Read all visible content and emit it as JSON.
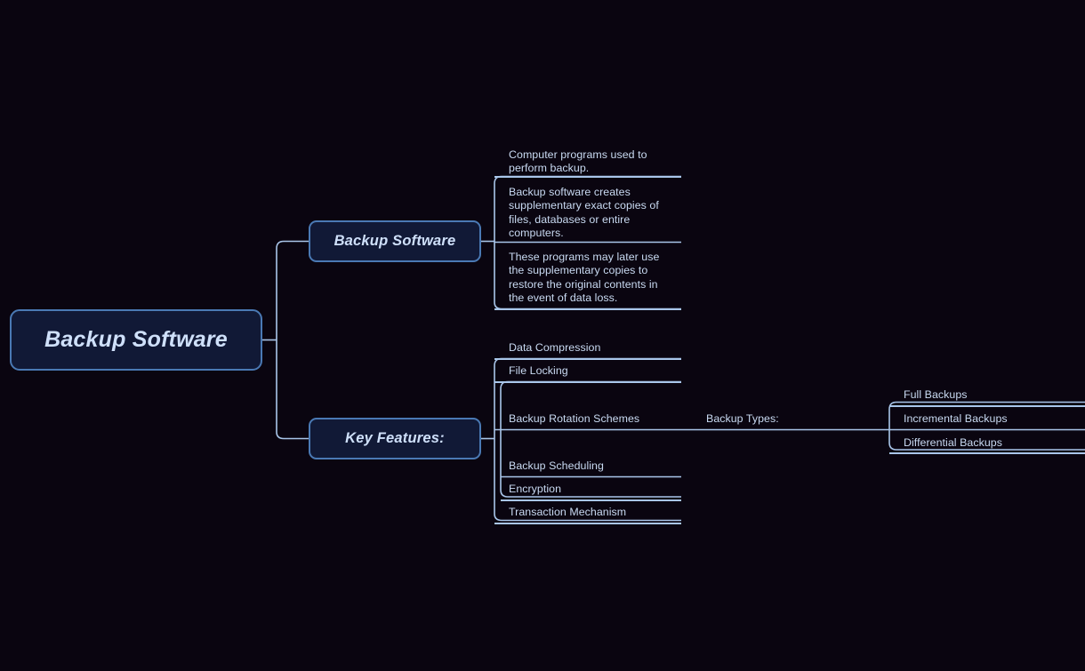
{
  "meta": {
    "background_color": "#0a0510",
    "line_color": "#a9c6ea",
    "text_color": "#c9daf2",
    "node_fill": "#111936",
    "node_border": "#4a79b4",
    "node_text_color": "#cfe0fa"
  },
  "root": {
    "label": "Backup Software"
  },
  "branches": [
    {
      "id": "backup-software",
      "label": "Backup Software",
      "children": [
        {
          "id": "definition",
          "label": "Computer programs used to perform backup."
        },
        {
          "id": "creates-copies",
          "label": "Backup software creates supplementary exact copies of files, databases or entire computers."
        },
        {
          "id": "restore",
          "label": "These programs may later use the supplementary copies to restore the original contents in the event of data loss."
        }
      ]
    },
    {
      "id": "key-features",
      "label": "Key Features:",
      "children": [
        {
          "id": "data-compression",
          "label": "Data Compression"
        },
        {
          "id": "file-locking",
          "label": "File Locking"
        },
        {
          "id": "backup-rotation-schemes",
          "label": "Backup Rotation Schemes"
        },
        {
          "id": "backup-scheduling",
          "label": "Backup Scheduling"
        },
        {
          "id": "encryption",
          "label": "Encryption"
        },
        {
          "id": "transaction-mechanism",
          "label": "Transaction Mechanism"
        }
      ]
    }
  ],
  "backup_types": {
    "label": "Backup Types:",
    "children": [
      {
        "id": "full-backups",
        "label": "Full Backups"
      },
      {
        "id": "incremental-backups",
        "label": "Incremental Backups"
      },
      {
        "id": "differential-backups",
        "label": "Differential Backups"
      }
    ]
  }
}
